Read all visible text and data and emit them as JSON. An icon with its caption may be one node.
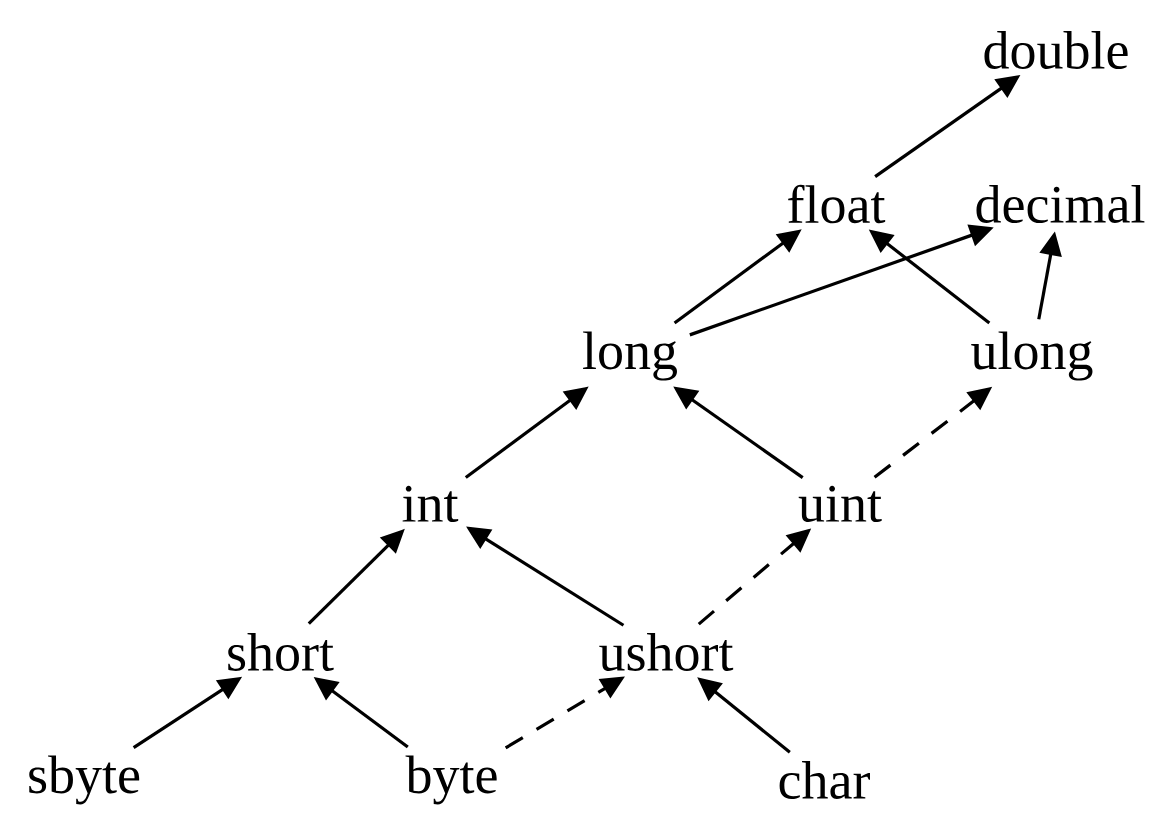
{
  "diagram": {
    "nodes": [
      {
        "text": [
          "double"
        ]
      },
      {
        "text": [
          "float"
        ]
      },
      {
        "text": [
          "decimal"
        ]
      },
      {
        "text": [
          "long"
        ]
      },
      {
        "text": [
          "ulong"
        ]
      },
      {
        "text": [
          "int"
        ]
      },
      {
        "text": [
          "uint"
        ]
      },
      {
        "text": [
          "short"
        ]
      },
      {
        "text": [
          "ushort"
        ]
      },
      {
        "text": [
          "sbyte"
        ]
      },
      {
        "text": [
          "byte"
        ]
      },
      {
        "text": [
          "char"
        ]
      }
    ],
    "edges": [
      {
        "from": 9,
        "to": 7,
        "arrow": "to"
      },
      {
        "from": 10,
        "to": 7,
        "arrow": "to"
      },
      {
        "from": 10,
        "to": 8,
        "arrow": "to",
        "style": "dashed"
      },
      {
        "from": 11,
        "to": 8,
        "arrow": "to"
      },
      {
        "from": 7,
        "to": 5,
        "arrow": "to"
      },
      {
        "from": 8,
        "to": 5,
        "arrow": "to"
      },
      {
        "from": 8,
        "to": 6,
        "arrow": "to",
        "style": "dashed"
      },
      {
        "from": 5,
        "to": 3,
        "arrow": "to"
      },
      {
        "from": 6,
        "to": 3,
        "arrow": "to"
      },
      {
        "from": 6,
        "to": 4,
        "arrow": "to",
        "style": "dashed"
      },
      {
        "from": 3,
        "to": 1,
        "arrow": "to"
      },
      {
        "from": 3,
        "to": 2,
        "arrow": "to"
      },
      {
        "from": 4,
        "to": 1,
        "arrow": "to"
      },
      {
        "from": 4,
        "to": 2,
        "arrow": "to"
      },
      {
        "from": 1,
        "to": 0,
        "arrow": "to"
      }
    ]
  }
}
